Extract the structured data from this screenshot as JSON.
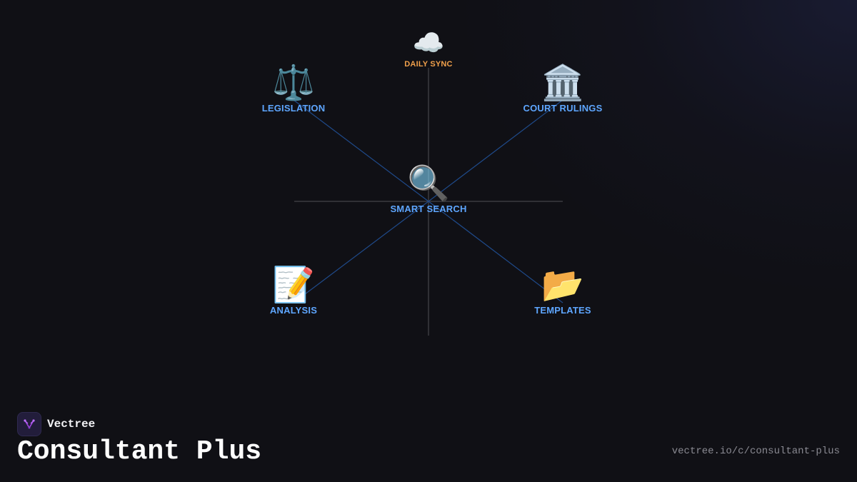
{
  "diagram": {
    "nodes": {
      "daily_sync": {
        "icon": "cloud-icon",
        "emoji": "☁️",
        "label": "DAILY SYNC",
        "color": "#f0a04b"
      },
      "legislation": {
        "icon": "scales-icon",
        "emoji": "⚖️",
        "label": "LEGISLATION",
        "color": "#5ea6ff"
      },
      "court_rulings": {
        "icon": "courthouse-icon",
        "emoji": "🏛️",
        "label": "COURT RULINGS",
        "color": "#5ea6ff"
      },
      "smart_search": {
        "icon": "magnifier-icon",
        "emoji": "🔍",
        "label": "SMART SEARCH",
        "color": "#5ea6ff"
      },
      "analysis": {
        "icon": "memo-icon",
        "emoji": "📝",
        "label": "ANALYSIS",
        "color": "#5ea6ff"
      },
      "templates": {
        "icon": "open-folder-icon",
        "emoji": "📂",
        "label": "TEMPLATES",
        "color": "#5ea6ff"
      }
    },
    "colors": {
      "axis_line": "#3a3a40",
      "connector_line": "#1f4a8a",
      "background": "#101015"
    }
  },
  "footer": {
    "brand": "Vectree",
    "logo_icon": "vectree-logo-icon",
    "title": "Consultant Plus",
    "url": "vectree.io/c/consultant-plus"
  }
}
